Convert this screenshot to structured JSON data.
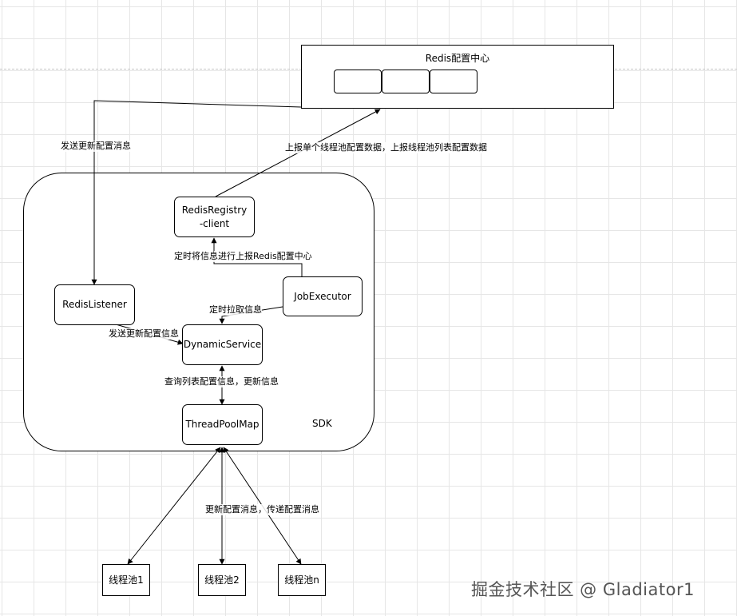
{
  "redis_center": {
    "title": "Redis配置中心"
  },
  "sdk": {
    "label": "SDK"
  },
  "nodes": {
    "registry_client": "RedisRegistry-client",
    "redis_listener": "RedisListener",
    "job_executor": "JobExecutor",
    "dynamic_service": "DynamicService",
    "thread_pool_map": "ThreadPoolMap",
    "pool_1": "线程池1",
    "pool_2": "线程池2",
    "pool_n": "线程池n"
  },
  "edges": {
    "send_update_top": "发送更新配置消息",
    "report_to_redis": "上报单个线程池配置数据，上报线程池列表配置数据",
    "timed_report": "定时将信息进行上报Redis配置中心",
    "timed_pull": "定时拉取信息",
    "send_update_inner": "发送更新配置信息",
    "query_update": "查询列表配置信息，更新信息",
    "update_deliver": "更新配置消息，传递配置消息"
  },
  "watermark": "掘金技术社区 @ Gladiator1"
}
